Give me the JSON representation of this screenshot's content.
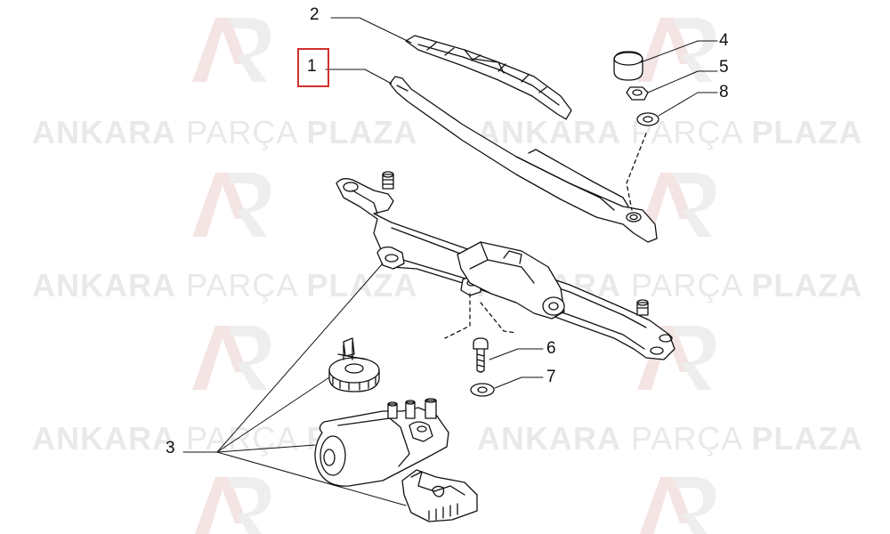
{
  "watermark": {
    "word1": "ANKARA",
    "word2": "PARÇA",
    "word3": "PLAZA",
    "color_text": "#e9e9e9",
    "color_logo": "#f2dede"
  },
  "callouts": {
    "c1": "1",
    "c2": "2",
    "c3": "3",
    "c4": "4",
    "c5": "5",
    "c6": "6",
    "c7": "7",
    "c8": "8"
  },
  "highlight_color": "#d0312d",
  "highlighted_callout": "1"
}
